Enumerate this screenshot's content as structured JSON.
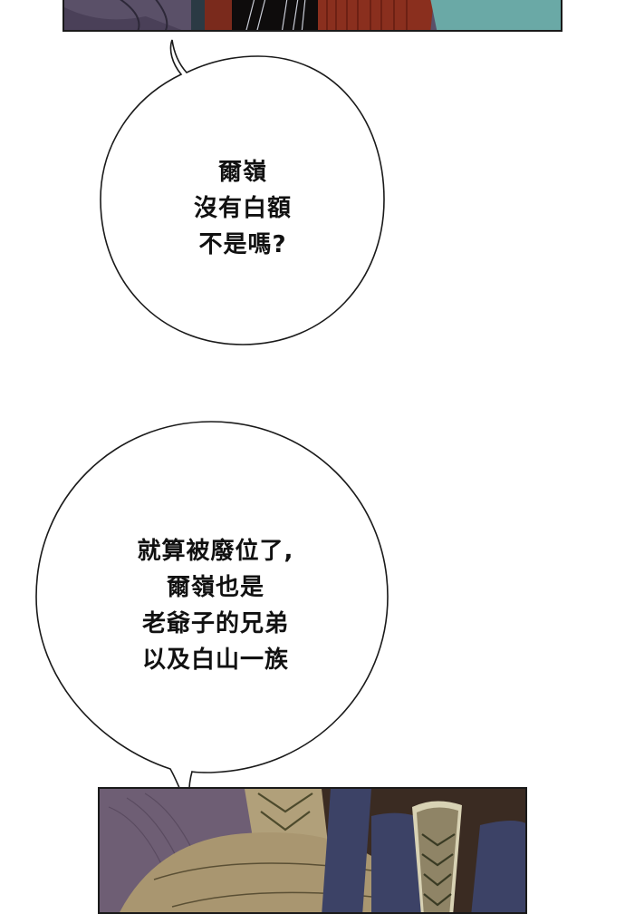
{
  "page": {
    "type": "comic-strip-page",
    "background": "#ffffff"
  },
  "panels": {
    "top": {
      "description": "top artwork panel strip (purple robe, red and black hair, teal background)",
      "colors": [
        "#5a5068",
        "#7a2a1c",
        "#0e0c0c",
        "#8a2f1e",
        "#6aa9a6"
      ]
    },
    "bottom": {
      "description": "bottom artwork panel (purple and khaki robes, dark background, tablet with chevrons)",
      "colors": [
        "#6e5e74",
        "#b1a07a",
        "#3c4266",
        "#3a2b22"
      ]
    }
  },
  "bubbles": [
    {
      "lines": [
        "爾嶺",
        "沒有白額",
        "不是嗎?"
      ]
    },
    {
      "lines": [
        "就算被廢位了,",
        "爾嶺也是",
        "老爺子的兄弟",
        "以及白山一族"
      ]
    }
  ]
}
